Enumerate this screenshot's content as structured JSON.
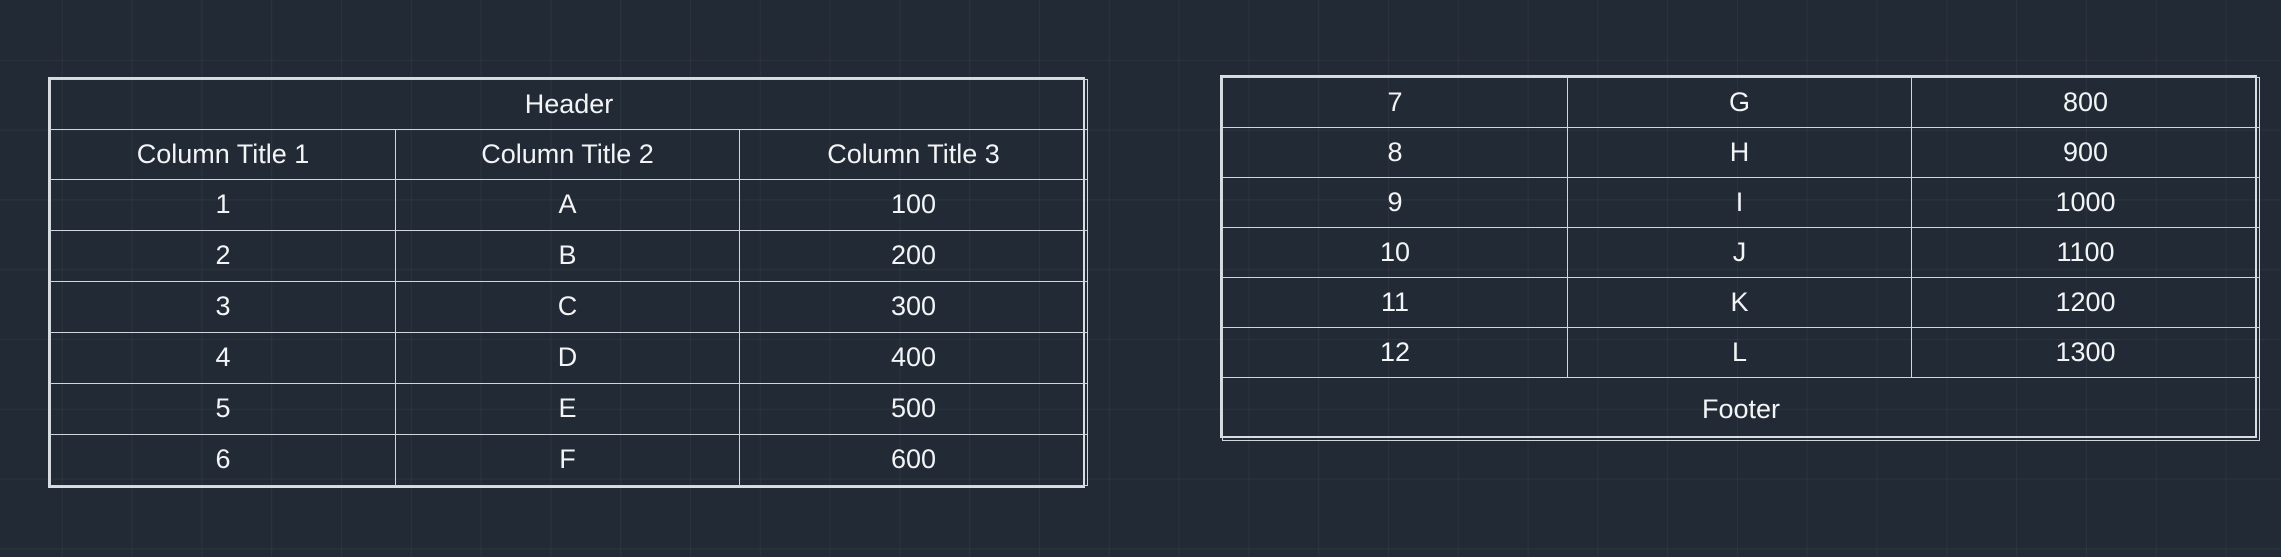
{
  "canvas": {
    "background_color": "#222a35",
    "grid_line_color": "#2c3542",
    "table_line_color": "#d0d6dc",
    "text_color": "#f2f4f6"
  },
  "table_left": {
    "header": "Header",
    "column_titles": [
      "Column Title 1",
      "Column Title 2",
      "Column Title 3"
    ],
    "rows": [
      [
        "1",
        "A",
        "100"
      ],
      [
        "2",
        "B",
        "200"
      ],
      [
        "3",
        "C",
        "300"
      ],
      [
        "4",
        "D",
        "400"
      ],
      [
        "5",
        "E",
        "500"
      ],
      [
        "6",
        "F",
        "600"
      ]
    ]
  },
  "table_right": {
    "rows": [
      [
        "7",
        "G",
        "800"
      ],
      [
        "8",
        "H",
        "900"
      ],
      [
        "9",
        "I",
        "1000"
      ],
      [
        "10",
        "J",
        "1100"
      ],
      [
        "11",
        "K",
        "1200"
      ],
      [
        "12",
        "L",
        "1300"
      ]
    ],
    "footer": "Footer"
  }
}
